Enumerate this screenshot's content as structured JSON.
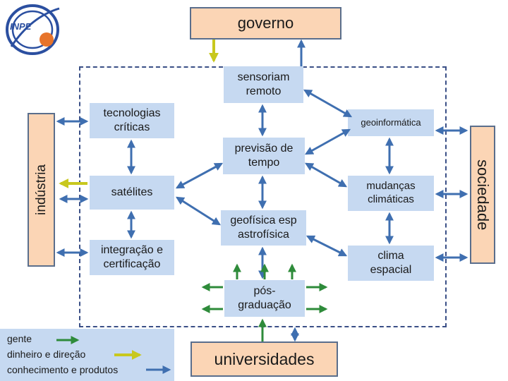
{
  "logo": {
    "text": "INPE",
    "name": "inpe-logo"
  },
  "nodes": {
    "governo": "governo",
    "sensoriamento": "sensoriam remoto",
    "tecnologias": "tecnologias críticas",
    "geoinformatica": "geoinformática",
    "previsao": "previsão de tempo",
    "satelites": "satélites",
    "mudancas": "mudanças climáticas",
    "geofisica": "geofísica esp astrofísica",
    "integracao": "integração e certificação",
    "clima": "clima espacial",
    "posgraduacao": "pós-graduação",
    "universidades": "universidades",
    "industria": "indústria",
    "sociedade": "sociedade"
  },
  "legend": {
    "items": [
      {
        "label": "gente",
        "color": "#2e8b3a"
      },
      {
        "label": "dinheiro e direção",
        "color": "#c8c81e"
      },
      {
        "label": "conhecimento e produtos",
        "color": "#3f6fb0"
      }
    ]
  },
  "colors": {
    "blue_arrow": "#3f6fb0",
    "green_arrow": "#2e8b3a",
    "yellow_arrow": "#c8c81e",
    "node_fill": "#c6d9f1",
    "outer_fill": "#fbd5b5",
    "dashed_border": "#3a4f86"
  }
}
